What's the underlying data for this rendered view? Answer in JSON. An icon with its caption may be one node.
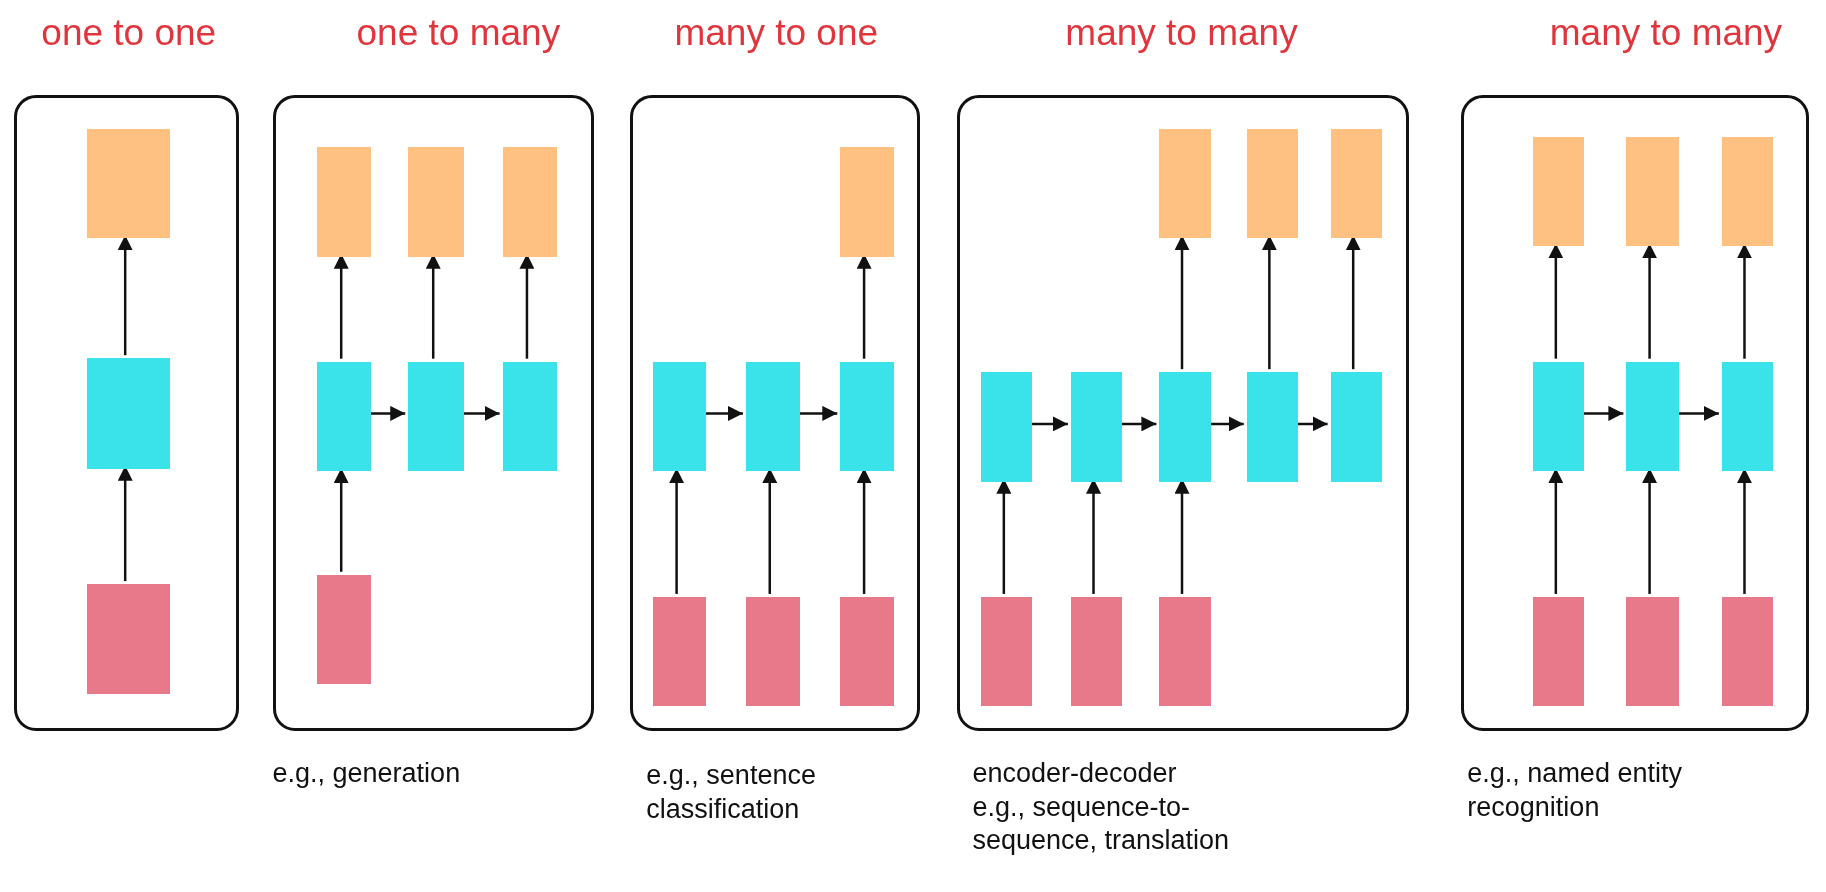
{
  "diagram": {
    "nodes": [
      {
        "text": [
          "one to one"
        ]
      },
      {
        "text": [],
        "shape": "box",
        "in": 0
      },
      {
        "text": [],
        "shape": "box",
        "in": 0
      },
      {
        "text": [],
        "shape": "box",
        "in": 0
      },
      {
        "text": [
          "one to many"
        ],
        "beside": [
          "e.g., generation"
        ]
      },
      {
        "text": [],
        "shape": "box",
        "in": 4
      },
      {
        "text": [],
        "shape": "box",
        "in": 4
      },
      {
        "text": [],
        "shape": "box",
        "in": 4
      },
      {
        "text": [],
        "shape": "box",
        "in": 4
      },
      {
        "text": [],
        "shape": "box",
        "in": 4
      },
      {
        "text": [],
        "shape": "box",
        "in": 4
      },
      {
        "text": [],
        "shape": "box",
        "in": 4
      },
      {
        "text": [
          "many to one"
        ],
        "beside": [
          "e.g., sentence classification"
        ]
      },
      {
        "text": [],
        "shape": "box",
        "in": 12
      },
      {
        "text": [],
        "shape": "box",
        "in": 12
      },
      {
        "text": [],
        "shape": "box",
        "in": 12
      },
      {
        "text": [],
        "shape": "box",
        "in": 12
      },
      {
        "text": [],
        "shape": "box",
        "in": 12
      },
      {
        "text": [],
        "shape": "box",
        "in": 12
      },
      {
        "text": [],
        "shape": "box",
        "in": 12
      },
      {
        "text": [
          "many to many"
        ],
        "beside": [
          "encoder-decoder",
          "e.g., sequence-to-sequence, translation"
        ]
      },
      {
        "text": [],
        "shape": "box",
        "in": 20
      },
      {
        "text": [],
        "shape": "box",
        "in": 20
      },
      {
        "text": [],
        "shape": "box",
        "in": 20
      },
      {
        "text": [],
        "shape": "box",
        "in": 20
      },
      {
        "text": [],
        "shape": "box",
        "in": 20
      },
      {
        "text": [],
        "shape": "box",
        "in": 20
      },
      {
        "text": [],
        "shape": "box",
        "in": 20
      },
      {
        "text": [],
        "shape": "box",
        "in": 20
      },
      {
        "text": [],
        "shape": "box",
        "in": 20
      },
      {
        "text": [],
        "shape": "box",
        "in": 20
      },
      {
        "text": [],
        "shape": "box",
        "in": 20
      },
      {
        "text": [
          "many to many"
        ],
        "beside": [
          "e.g., named entity recognition"
        ]
      },
      {
        "text": [],
        "shape": "box",
        "in": 32
      },
      {
        "text": [],
        "shape": "box",
        "in": 32
      },
      {
        "text": [],
        "shape": "box",
        "in": 32
      },
      {
        "text": [],
        "shape": "box",
        "in": 32
      },
      {
        "text": [],
        "shape": "box",
        "in": 32
      },
      {
        "text": [],
        "shape": "box",
        "in": 32
      },
      {
        "text": [],
        "shape": "box",
        "in": 32
      },
      {
        "text": [],
        "shape": "box",
        "in": 32
      },
      {
        "text": [],
        "shape": "box",
        "in": 32
      }
    ],
    "edges": [
      {
        "from": 3,
        "to": 2,
        "arrow": "to"
      },
      {
        "from": 2,
        "to": 1,
        "arrow": "to"
      },
      {
        "from": 11,
        "to": 8,
        "arrow": "to"
      },
      {
        "from": 8,
        "to": 5,
        "arrow": "to"
      },
      {
        "from": 9,
        "to": 6,
        "arrow": "to"
      },
      {
        "from": 10,
        "to": 7,
        "arrow": "to"
      },
      {
        "from": 8,
        "to": 9,
        "arrow": "to"
      },
      {
        "from": 9,
        "to": 10,
        "arrow": "to"
      },
      {
        "from": 17,
        "to": 14,
        "arrow": "to"
      },
      {
        "from": 18,
        "to": 15,
        "arrow": "to"
      },
      {
        "from": 19,
        "to": 16,
        "arrow": "to"
      },
      {
        "from": 14,
        "to": 15,
        "arrow": "to"
      },
      {
        "from": 15,
        "to": 16,
        "arrow": "to"
      },
      {
        "from": 16,
        "to": 13,
        "arrow": "to"
      },
      {
        "from": 29,
        "to": 24,
        "arrow": "to"
      },
      {
        "from": 30,
        "to": 25,
        "arrow": "to"
      },
      {
        "from": 31,
        "to": 26,
        "arrow": "to"
      },
      {
        "from": 24,
        "to": 25,
        "arrow": "to"
      },
      {
        "from": 25,
        "to": 26,
        "arrow": "to"
      },
      {
        "from": 26,
        "to": 27,
        "arrow": "to"
      },
      {
        "from": 27,
        "to": 28,
        "arrow": "to"
      },
      {
        "from": 26,
        "to": 21,
        "arrow": "to"
      },
      {
        "from": 27,
        "to": 22,
        "arrow": "to"
      },
      {
        "from": 28,
        "to": 23,
        "arrow": "to"
      },
      {
        "from": 39,
        "to": 36,
        "arrow": "to"
      },
      {
        "from": 40,
        "to": 37,
        "arrow": "to"
      },
      {
        "from": 41,
        "to": 38,
        "arrow": "to"
      },
      {
        "from": 36,
        "to": 37,
        "arrow": "to"
      },
      {
        "from": 37,
        "to": 38,
        "arrow": "to"
      },
      {
        "from": 36,
        "to": 33,
        "arrow": "to"
      },
      {
        "from": 37,
        "to": 34,
        "arrow": "to"
      },
      {
        "from": 38,
        "to": 35,
        "arrow": "to"
      }
    ]
  }
}
